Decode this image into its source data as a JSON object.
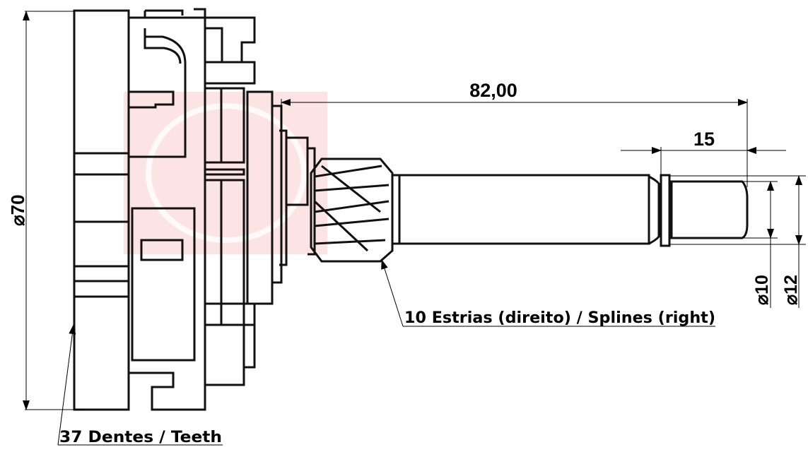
{
  "drawing": {
    "overall_diameter": "70",
    "shaft_length": "82,00",
    "pin_length": "15",
    "pin_diameter": "10",
    "collar_diameter": "12",
    "diameter_symbol": "⌀",
    "gear_label": "37 Dentes / Teeth",
    "spline_label": "10 Estrias (direito) / Splines (right)",
    "watermark_color": "#fce4e4"
  }
}
